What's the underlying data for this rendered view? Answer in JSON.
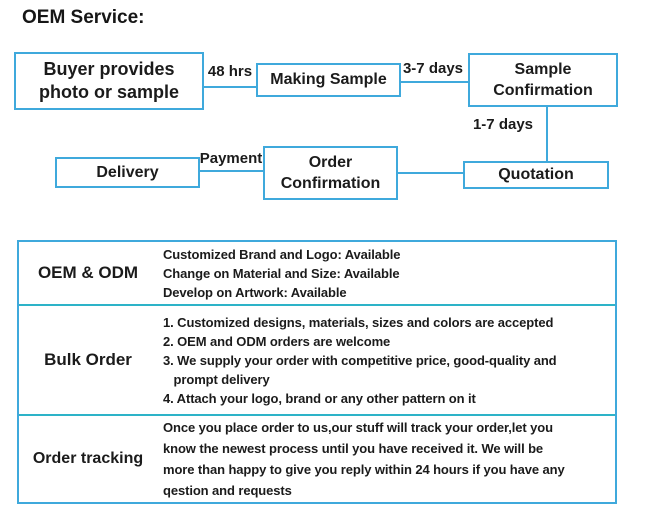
{
  "title": "OEM Service:",
  "flowchart": {
    "boxes": {
      "buyer": "Buyer provides\nphoto or sample",
      "making_sample": "Making Sample",
      "sample_confirmation": "Sample\nConfirmation",
      "quotation": "Quotation",
      "order_confirmation": "Order\nConfirmation",
      "delivery": "Delivery"
    },
    "edge_labels": {
      "buyer_to_making": "48 hrs",
      "making_to_confirmation": "3-7 days",
      "confirmation_to_quotation": "1-7 days",
      "order_to_delivery": "Payment"
    }
  },
  "table": {
    "rows": [
      {
        "label": "OEM & ODM",
        "content": "Customized Brand and Logo: Available\nChange on Material and Size: Available\nDevelop on Artwork: Available"
      },
      {
        "label": "Bulk Order",
        "content": "1. Customized designs, materials, sizes and colors are accepted\n2. OEM and ODM orders are welcome\n3. We supply your order with competitive price, good-quality and\n   prompt delivery\n4. Attach your logo, brand or any other pattern on it"
      },
      {
        "label": "Order tracking",
        "content": "Once you place order to us,our stuff will track your order,let you\nknow the newest process until you have received it. We will be\nmore than happy to give you reply within 24 hours if you have any\nqestion and requests"
      }
    ]
  },
  "colors": {
    "box_border": "#3fa9dc",
    "table_divider": "#2db3c8",
    "text": "#1b1b1b",
    "background": "#ffffff"
  }
}
